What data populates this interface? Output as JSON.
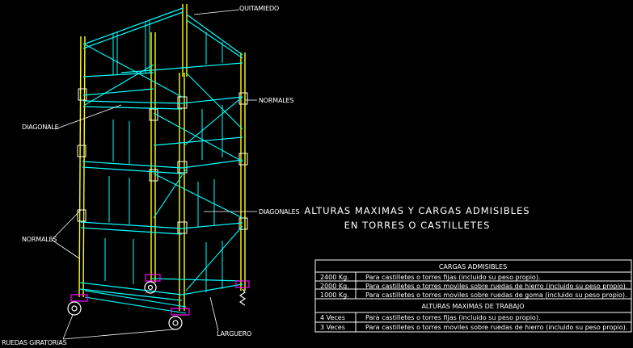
{
  "labels": {
    "quitamiedo": "QUITAMIEDO",
    "normales_top": "NORMALES",
    "diagonale": "DIAGONALE",
    "diagonales": "DIAGONALES",
    "normales_left": "NORMALES",
    "ruedas": "RUEDAS GIRATORIAS",
    "larguero": "LARGUERO"
  },
  "title": {
    "line1": "ALTURAS MAXIMAS Y CARGAS ADMISIBLES",
    "line2": "EN TORRES O CASTILLETES"
  },
  "table": {
    "header_cargas": "CARGAS ADMISIBLES",
    "cargas_rows": [
      {
        "value": "2400 Kg.",
        "desc": "Para castilletes o torres fijas (incluido su peso propio)."
      },
      {
        "value": "2000 Kg.",
        "desc": "Para castilletes o torres moviles sobre ruedas de hierro (incluido su peso propio)."
      },
      {
        "value": "1000 Kg.",
        "desc": "Para castilletes o torres moviles sobre ruedas de goma (incluido su peso propio)."
      }
    ],
    "header_alturas": "ALTURAS MAXIMAS DE TRABAJO",
    "alturas_rows": [
      {
        "value": "4 Veces",
        "desc": "Para castilletes o torres fijas (incluido su peso propio)."
      },
      {
        "value": "3 Veces",
        "desc": "Para castilletes o torres moviles sobre ruedas de hierro (incluido su peso propio)."
      }
    ]
  },
  "colors": {
    "background": "#000000",
    "yellow": "#ffff00",
    "cyan": "#00ffff",
    "magenta": "#ff00ff",
    "white": "#ffffff"
  }
}
